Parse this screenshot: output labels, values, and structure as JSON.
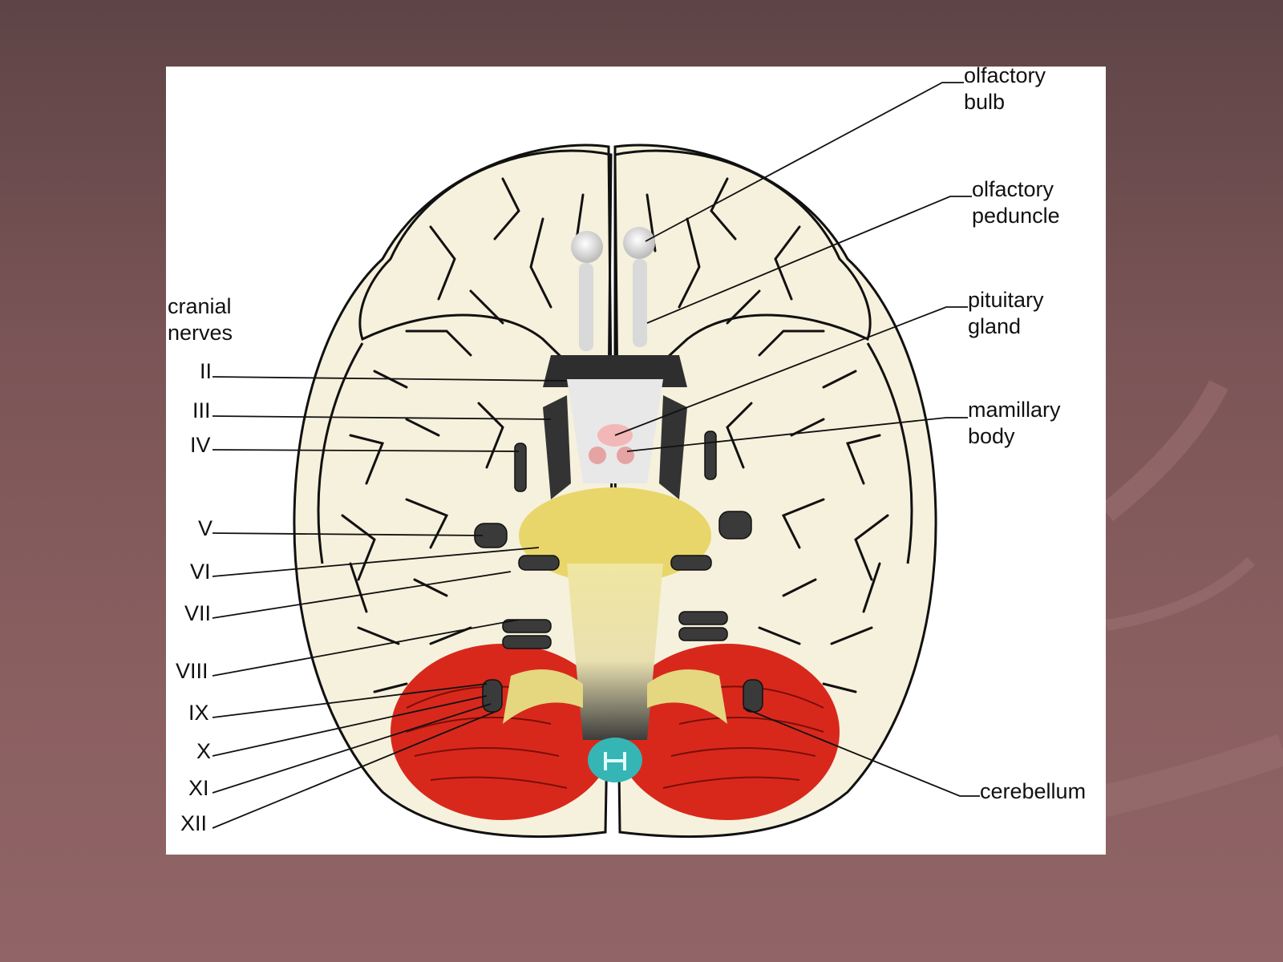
{
  "figure": {
    "section_label": [
      "cranial",
      "nerves"
    ],
    "structure_labels": {
      "olfactory_bulb": [
        "olfactory",
        "bulb"
      ],
      "olfactory_peduncle": [
        "olfactory",
        "peduncle"
      ],
      "pituitary_gland": [
        "pituitary",
        "gland"
      ],
      "mamillary_body": [
        "mamillary",
        "body"
      ],
      "cerebellum": [
        "cerebellum"
      ]
    },
    "nerve_labels": [
      "II",
      "III",
      "IV",
      "V",
      "VI",
      "VII",
      "VIII",
      "IX",
      "X",
      "XI",
      "XII"
    ]
  },
  "colors": {
    "slide_background": "#7a5456",
    "panel": "#ffffff",
    "cerebrum": "#f6f1dc",
    "cerebellum": "#d8281c",
    "brainstem": "#e8d66a",
    "spinal_cord_section": "#36b5b5",
    "nerves": "#3a3a3a"
  }
}
